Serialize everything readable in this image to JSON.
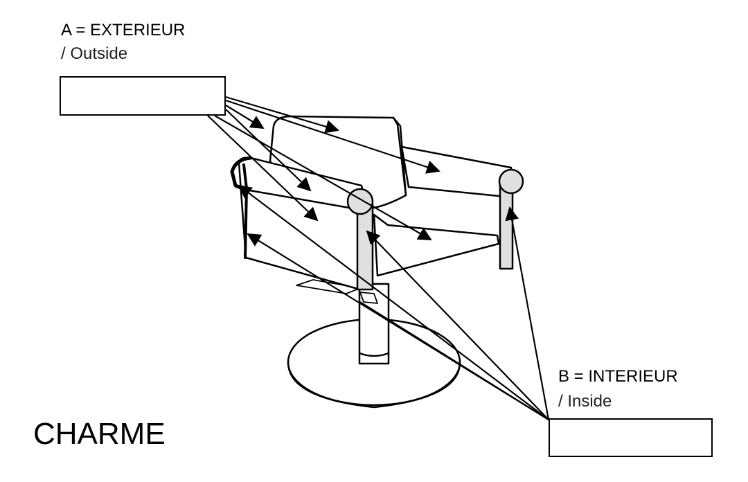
{
  "labels": {
    "exterior_line1": "A = EXTERIEUR",
    "exterior_line2": "/ Outside",
    "interior_line1": "B = INTERIEUR",
    "interior_line2": "/ Inside"
  },
  "title": "CHARME",
  "colors": {
    "stroke": "#000000",
    "fill_gray": "#e0e0e0",
    "background": "#ffffff"
  }
}
